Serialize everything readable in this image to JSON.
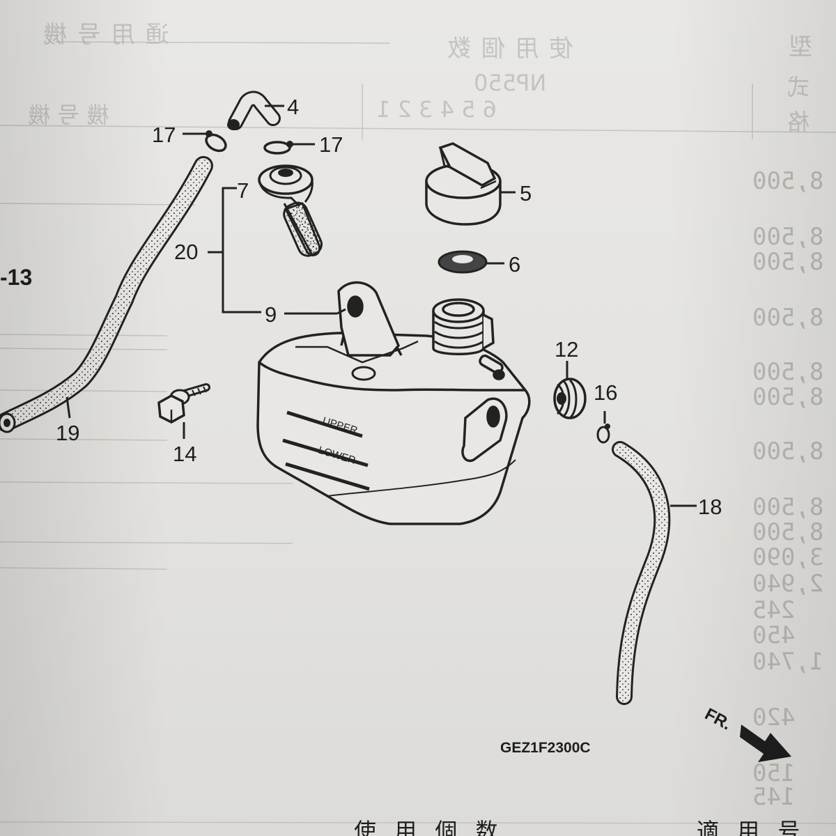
{
  "callouts": {
    "c4": "4",
    "c5": "5",
    "c6": "6",
    "c7": "7",
    "c9": "9",
    "c12": "12",
    "c14": "14",
    "c16": "16",
    "c17a": "17",
    "c17b": "17",
    "c18": "18",
    "c19": "19",
    "c20": "20",
    "ref": "-13"
  },
  "tank_labels": {
    "upper": "UPPER",
    "lower": "LOWER"
  },
  "direction": {
    "label": "FR."
  },
  "figure_code": "GEZ1F2300C",
  "bottom_text": {
    "left": "使 用 個 数",
    "right": "適 用 号"
  },
  "colors": {
    "ink": "#1e1e1e",
    "paper": "#e7e6e2",
    "bleed": "#a8a7a3"
  }
}
